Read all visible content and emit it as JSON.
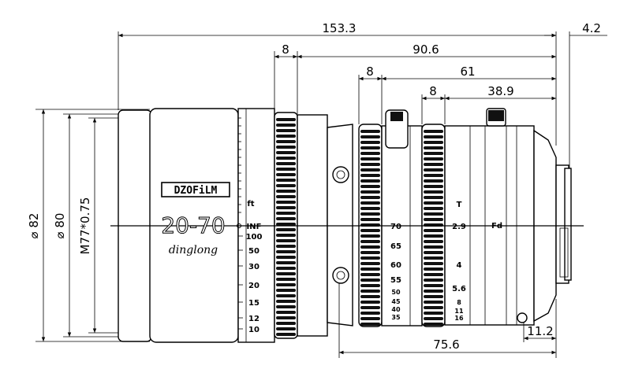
{
  "dimensions": {
    "overall_length": "153.3",
    "rear_protrusion": "4.2",
    "focus_ring_width": "8",
    "focus_to_rear": "90.6",
    "zoom_ring_width": "8",
    "zoom_to_rear": "61",
    "iris_ring_width": "8",
    "iris_to_rear": "38.9",
    "front_diameter": "82",
    "barrel_diameter": "80",
    "filter_thread": "M77*0.75",
    "front_to_rear_flange": "75.6",
    "rear_segment": "11.2"
  },
  "branding": {
    "logo": "DZOFiLM",
    "model": "20-70",
    "signature": "dinglong"
  },
  "focus_scale": {
    "unit": "ft",
    "values": [
      "INF",
      "100",
      "50",
      "30",
      "20",
      "15",
      "12",
      "10"
    ]
  },
  "iris_scale": {
    "header": "T",
    "values": [
      "2.9",
      "4",
      "5.6",
      "8",
      "11",
      "16"
    ]
  },
  "zoom_scale": {
    "values": [
      "70",
      "65",
      "60",
      "55",
      "50",
      "45",
      "40",
      "35"
    ]
  },
  "close_focus_label": "Fd",
  "symbols": {
    "diameter": "⌀"
  }
}
